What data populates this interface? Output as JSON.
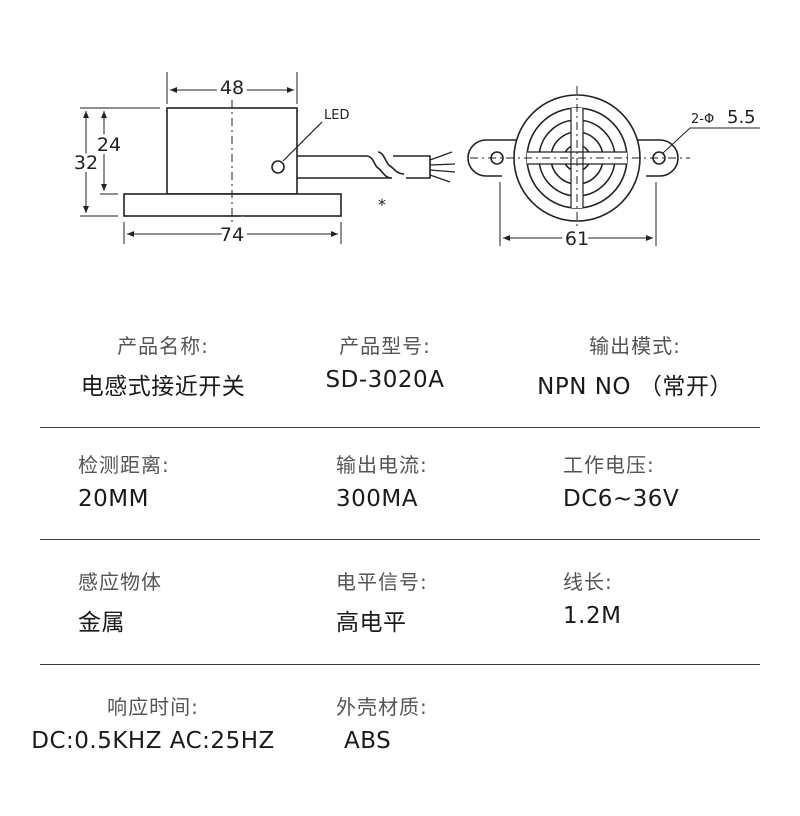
{
  "drawing": {
    "side_view": {
      "width_top": "48",
      "width_base": "74",
      "height_total": "32",
      "height_body": "24",
      "led_label": "LED",
      "cable_mark": "*"
    },
    "top_view": {
      "hole_label": "2-Φ",
      "hole_value": "5.5",
      "width": "61"
    }
  },
  "specs": [
    [
      {
        "label": "产品名称:",
        "value": "电感式接近开关"
      },
      {
        "label": "产品型号:",
        "value": "SD-3020A"
      },
      {
        "label": "输出模式:",
        "value": "NPN NO （常开）"
      }
    ],
    [
      {
        "label": "检测距离:",
        "value": "20MM"
      },
      {
        "label": "输出电流:",
        "value": "300MA"
      },
      {
        "label": "工作电压:",
        "value": "DC6~36V"
      }
    ],
    [
      {
        "label": "感应物体",
        "value": "金属"
      },
      {
        "label": "电平信号:",
        "value": "高电平"
      },
      {
        "label": "线长:",
        "value": "1.2M"
      }
    ],
    [
      {
        "label": "响应时间:",
        "value": "DC:0.5KHZ AC:25HZ"
      },
      {
        "label": "外壳材质:",
        "value": "ABS"
      }
    ]
  ]
}
